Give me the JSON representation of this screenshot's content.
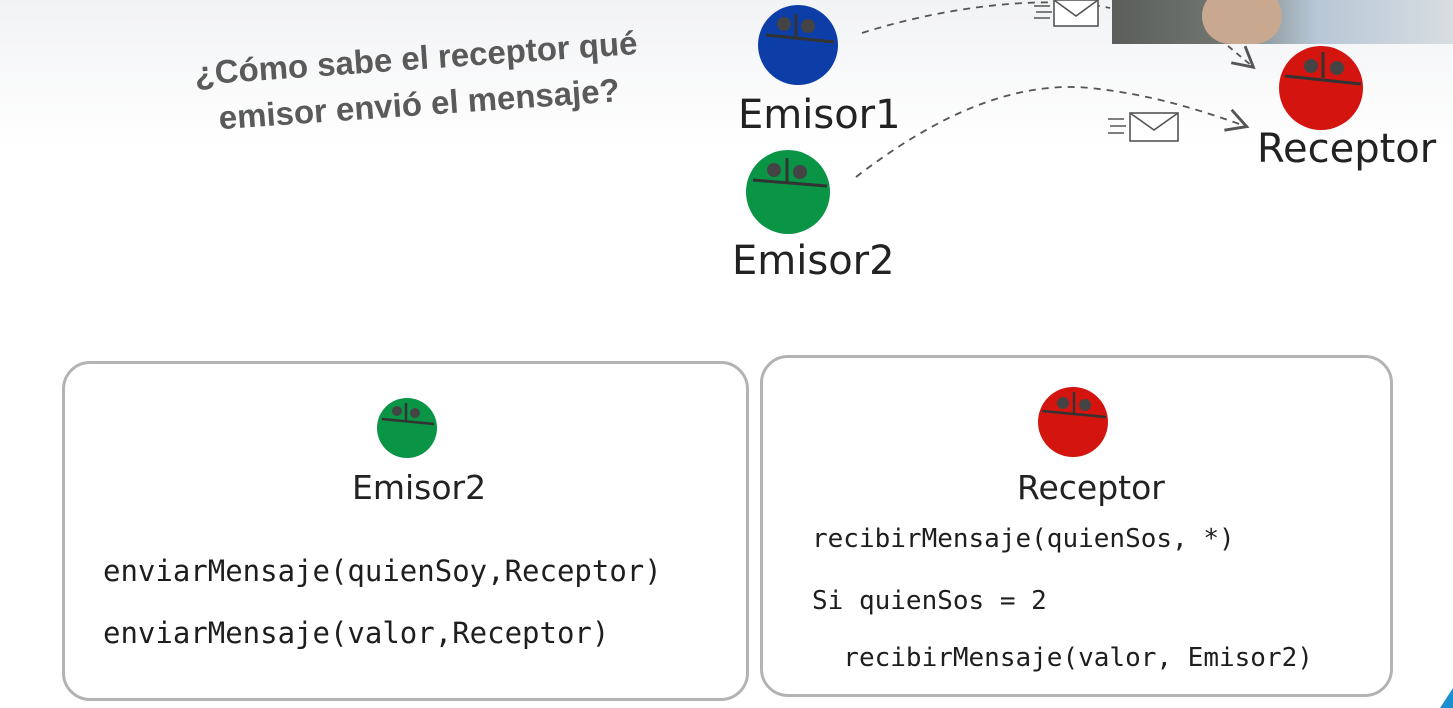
{
  "question": "¿Cómo sabe el receptor qué\nemisor envió el mensaje?",
  "nodes": {
    "emisor1": {
      "label": "Emisor1",
      "color": "#0d3ea8"
    },
    "emisor2": {
      "label": "Emisor2",
      "color": "#0a9446"
    },
    "receptor": {
      "label": "Receptor",
      "color": "#d4150f"
    }
  },
  "icons": {
    "message": "envelope-icon",
    "node": "robot-face-icon"
  },
  "cards": {
    "sender": {
      "title": "Emisor2",
      "code": [
        "enviarMensaje(quienSoy,Receptor)",
        "enviarMensaje(valor,Receptor)"
      ]
    },
    "receiver": {
      "title": "Receptor",
      "code": [
        "recibirMensaje(quienSos, *)",
        "Si quienSos = 2",
        "  recibirMensaje(valor, Emisor2)"
      ]
    }
  },
  "colors": {
    "card_border": "#b3b3b3",
    "text": "#1e1e1e",
    "accent": "#1c8fd1"
  }
}
